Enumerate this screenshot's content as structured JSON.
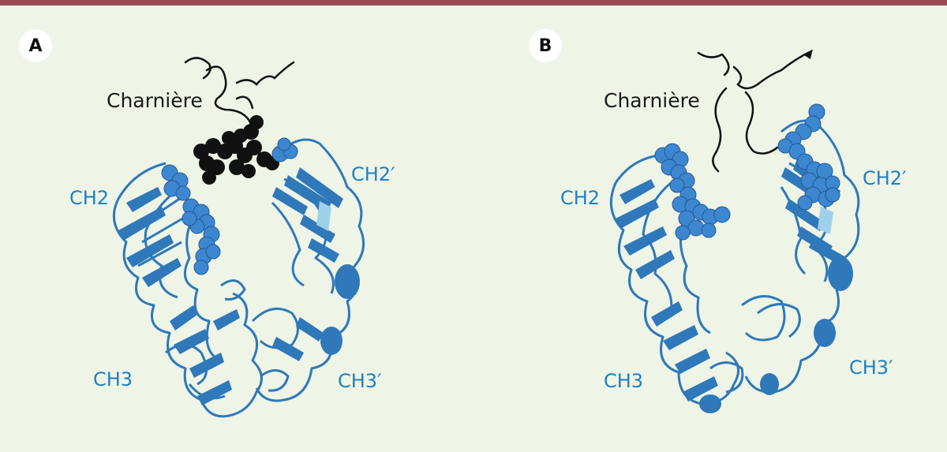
{
  "panels": [
    {
      "badge": "A",
      "labels": {
        "hinge": "Charnière",
        "ch2_left": "CH2",
        "ch2_right": "CH2′",
        "ch3_left": "CH3",
        "ch3_right": "CH3′"
      }
    },
    {
      "badge": "B",
      "labels": {
        "hinge": "Charnière",
        "ch2_left": "CH2",
        "ch2_right": "CH2′",
        "ch3_left": "CH3",
        "ch3_right": "CH3′"
      }
    }
  ],
  "colors": {
    "background": "#eef4e6",
    "top_bar": "#9b4a55",
    "ribbon": "#2f78ba",
    "ribbon_light": "#9fd0ea",
    "spheres_blue": "#3d86d0",
    "spheres_black": "#111111",
    "label_blue": "#1f7fc4"
  }
}
